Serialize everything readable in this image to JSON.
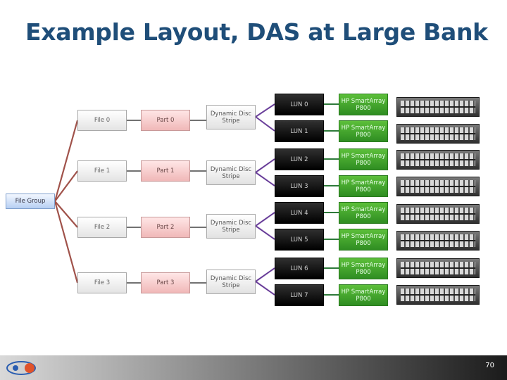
{
  "title": "Example Layout, DAS at Large Bank",
  "file_group": "File Group",
  "files": [
    "File 0",
    "File 1",
    "File 2",
    "File 3"
  ],
  "parts": [
    "Part 0",
    "Part 1",
    "Part 2",
    "Part 3"
  ],
  "stripe_label": "Dynamic Disc Stripe",
  "luns": [
    "LUN 0",
    "LUN 1",
    "LUN 2",
    "LUN 3",
    "LUN 4",
    "LUN 5",
    "LUN 6",
    "LUN 7"
  ],
  "hp_label": "HP SmartArray P800",
  "page_number": "70",
  "colors": {
    "title": "#1f4e79",
    "file_line": "#a0524a",
    "part_line": "#444444",
    "stripe_line": "#6a3f9a",
    "lun_line": "#2e7a3a"
  }
}
